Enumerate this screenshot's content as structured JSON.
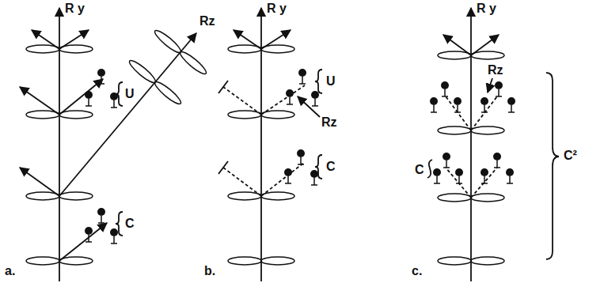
{
  "diagram": {
    "labels": [
      "a.",
      "R y",
      "Rz",
      "U",
      "C",
      "b.",
      "R y",
      "U",
      "Rz",
      "C",
      "c.",
      "R y",
      "Rz",
      "C²",
      "C"
    ]
  }
}
